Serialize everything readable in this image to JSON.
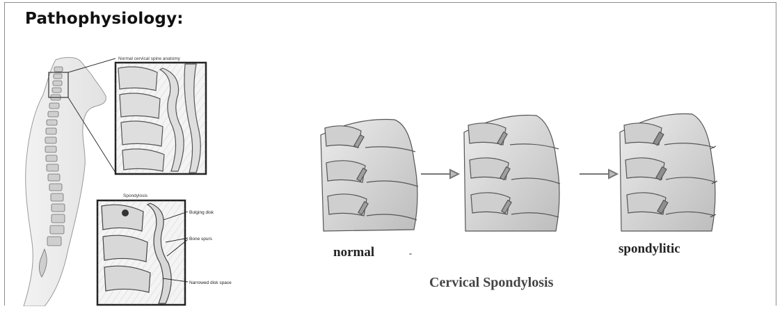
{
  "slide": {
    "heading": "Pathophysiology:"
  },
  "left_figure": {
    "inset_top_caption": "Normal cervical spine anatomy",
    "inset_bottom_caption": "Spondylosis",
    "labels": [
      "Bulging disk",
      "Bone spurs",
      "Narrowed disk space"
    ]
  },
  "right_figure": {
    "stage_labels": [
      "normal",
      "spondylitic"
    ],
    "stage_mark": "-",
    "title": "Cervical Spondylosis"
  }
}
